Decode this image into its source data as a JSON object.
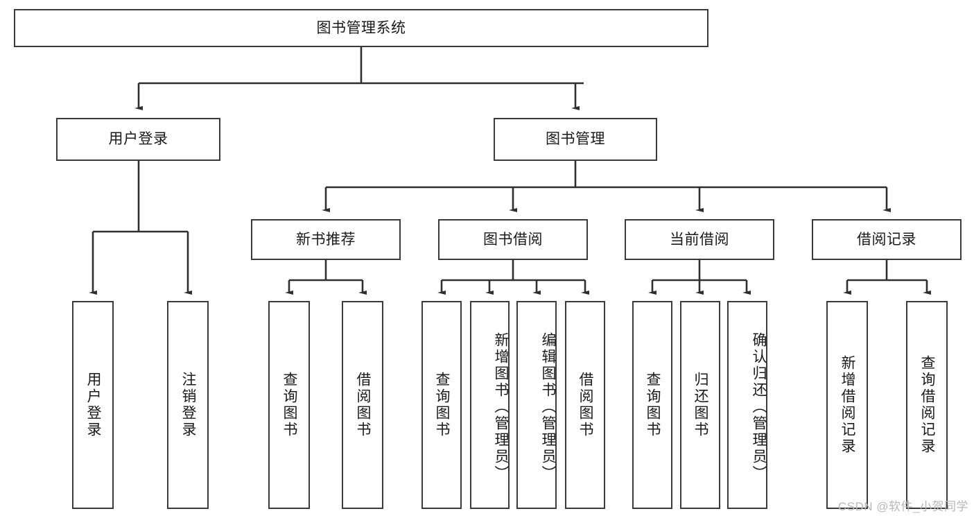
{
  "diagram": {
    "title_label": "图书管理系统",
    "colors": {
      "box_border": "#3a3a3a",
      "edge_line": "#2f2f2f",
      "text": "#1a1a1a",
      "background": "#ffffff",
      "watermark": "#b8b8b8"
    },
    "watermark": "CSDN @软件_小贺同学",
    "nodes": {
      "root": {
        "label": "图书管理系统"
      },
      "level2": [
        {
          "id": "user-login",
          "label": "用户登录"
        },
        {
          "id": "book-manage",
          "label": "图书管理"
        }
      ],
      "level3": [
        {
          "id": "new-book-recommend",
          "label": "新书推荐"
        },
        {
          "id": "book-borrow",
          "label": "图书借阅"
        },
        {
          "id": "current-borrow",
          "label": "当前借阅"
        },
        {
          "id": "borrow-record",
          "label": "借阅记录"
        }
      ],
      "leaves": {
        "user_login": [
          {
            "id": "leaf-user-login",
            "label": "用户登录"
          },
          {
            "id": "leaf-logout-login",
            "label": "注销登录"
          }
        ],
        "new_book_recommend": [
          {
            "id": "leaf-query-book-1",
            "label": "查询图书"
          },
          {
            "id": "leaf-borrow-book-1",
            "label": "借阅图书"
          }
        ],
        "book_borrow": [
          {
            "id": "leaf-query-book-2",
            "label": "查询图书"
          },
          {
            "id": "leaf-add-book",
            "label": "新增图书（管理员）"
          },
          {
            "id": "leaf-edit-book",
            "label": "编辑图书（管理员）"
          },
          {
            "id": "leaf-borrow-book-2",
            "label": "借阅图书"
          }
        ],
        "current_borrow": [
          {
            "id": "leaf-query-book-3",
            "label": "查询图书"
          },
          {
            "id": "leaf-return-book",
            "label": "归还图书"
          },
          {
            "id": "leaf-confirm-return",
            "label": "确认归还（管理员）"
          }
        ],
        "borrow_record": [
          {
            "id": "leaf-add-record",
            "label": "新增借阅记录"
          },
          {
            "id": "leaf-query-record",
            "label": "查询借阅记录"
          }
        ]
      }
    }
  }
}
